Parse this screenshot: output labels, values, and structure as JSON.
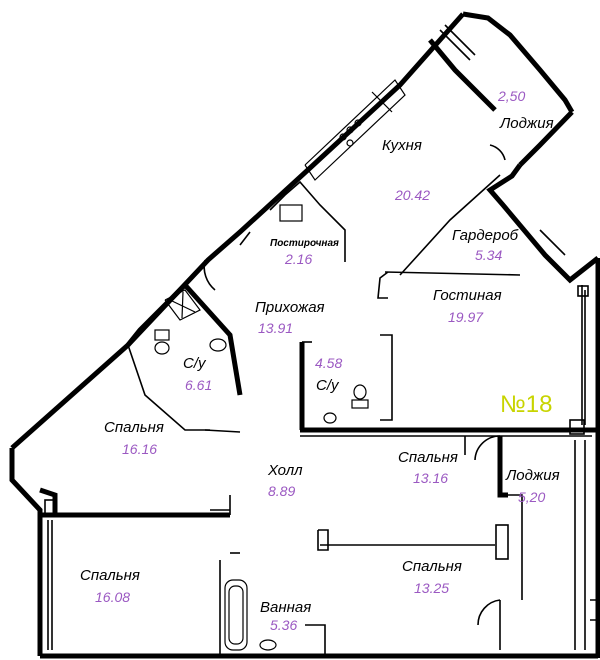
{
  "apartment": {
    "number": "№18",
    "color": "#c8d400"
  },
  "area_color": "#9b59c2",
  "rooms": {
    "kitchen": {
      "name": "Кухня",
      "area": "20.42"
    },
    "loggia1": {
      "name": "Лоджия",
      "area": "2,50"
    },
    "wardrobe": {
      "name": "Гардероб",
      "area": "5.34"
    },
    "pantry": {
      "name": "Постирочная",
      "area": "2.16"
    },
    "hallway": {
      "name": "Прихожая",
      "area": "13.91"
    },
    "living": {
      "name": "Гостиная",
      "area": "19.97"
    },
    "wc1": {
      "name": "С/у",
      "area": "6.61"
    },
    "wc2": {
      "name": "С/у",
      "area": "4.58"
    },
    "bedroom1": {
      "name": "Спальня",
      "area": "16.16"
    },
    "hall": {
      "name": "Холл",
      "area": "8.89"
    },
    "bedroom2": {
      "name": "Спальня",
      "area": "13.16"
    },
    "loggia2": {
      "name": "Лоджия",
      "area": "5,20"
    },
    "bedroom3": {
      "name": "Спальня",
      "area": "16.08"
    },
    "bedroom4": {
      "name": "Спальня",
      "area": "13.25"
    },
    "bathroom": {
      "name": "Ванная",
      "area": "5.36"
    }
  },
  "icons": [
    "stove-icon",
    "sink-icon",
    "toilet-icon",
    "bathtub-icon",
    "shower-icon",
    "door-swing-icon",
    "window-icon"
  ]
}
